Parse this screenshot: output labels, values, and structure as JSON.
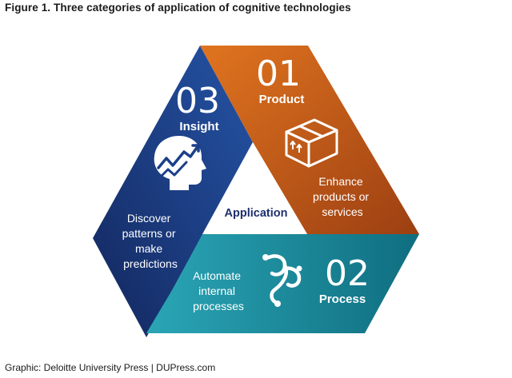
{
  "figure": {
    "title": "Figure 1.  Three categories of application of cognitive technologies",
    "credit": "Graphic: Deloitte University Press  |  DUPress.com"
  },
  "diagram": {
    "center_label": "Application",
    "segments": [
      {
        "number": "01",
        "label": "Product",
        "description": [
          "Enhance",
          "products or",
          "services"
        ],
        "color": "#c0561a",
        "icon": "package-box-icon"
      },
      {
        "number": "02",
        "label": "Process",
        "description": [
          "Automate",
          "internal",
          "processes"
        ],
        "color": "#1d96a8",
        "icon": "process-flow-icon"
      },
      {
        "number": "03",
        "label": "Insight",
        "description": [
          "Discover",
          "patterns or",
          "make",
          "predictions"
        ],
        "color": "#1c3f8a",
        "icon": "head-trend-icon"
      }
    ]
  }
}
